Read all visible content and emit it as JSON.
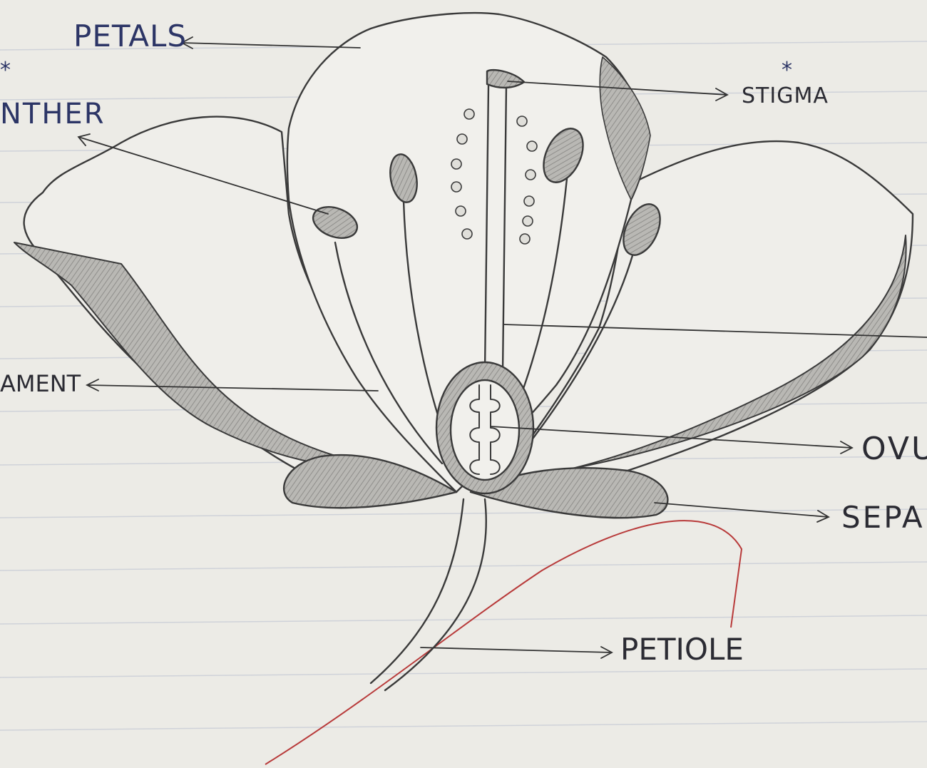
{
  "labels": {
    "petals": "PETALS",
    "anther": "NTHER",
    "stigma": "STIGMA",
    "filament": "AMENT",
    "ovule": "OVU",
    "sepal": "SEPA",
    "petiole": "PETIOLE"
  },
  "marks": {
    "star": "*"
  },
  "colors": {
    "paper": "#ecebe6",
    "ruled_line": "#c9cdd6",
    "pencil": "#3a3a3a",
    "shading": "#9d9d9d",
    "blue_ink": "#2c3566",
    "red_margin": "#b83a3a"
  }
}
